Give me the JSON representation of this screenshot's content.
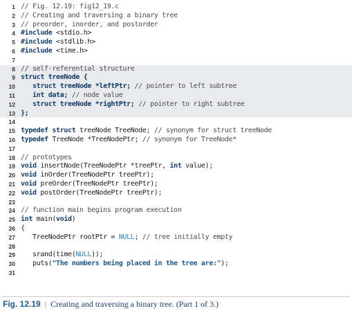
{
  "listing": {
    "lines": [
      {
        "n": "1",
        "tokens": [
          {
            "t": "// Fig. 12.19: fig12_19.c",
            "c": "cm"
          }
        ]
      },
      {
        "n": "2",
        "tokens": [
          {
            "t": "// Creating and traversing a binary tree",
            "c": "cm"
          }
        ]
      },
      {
        "n": "3",
        "tokens": [
          {
            "t": "// preorder, inorder, and postorder",
            "c": "cm"
          }
        ]
      },
      {
        "n": "4",
        "tokens": [
          {
            "t": "#include",
            "c": "kw"
          },
          {
            "t": " <stdio.h>",
            "c": "id"
          }
        ]
      },
      {
        "n": "5",
        "tokens": [
          {
            "t": "#include",
            "c": "kw"
          },
          {
            "t": " <stdlib.h>",
            "c": "id"
          }
        ]
      },
      {
        "n": "6",
        "tokens": [
          {
            "t": "#include",
            "c": "kw"
          },
          {
            "t": " <time.h>",
            "c": "id"
          }
        ]
      },
      {
        "n": "7",
        "tokens": []
      },
      {
        "n": "8",
        "hl": true,
        "tokens": [
          {
            "t": "// self-referential structure",
            "c": "cm"
          }
        ]
      },
      {
        "n": "9",
        "hl": true,
        "tokens": [
          {
            "t": "struct",
            "c": "kw"
          },
          {
            "t": " treeNode {",
            "c": "id bold"
          }
        ]
      },
      {
        "n": "10",
        "hl": true,
        "tokens": [
          {
            "t": "   struct",
            "c": "kw"
          },
          {
            "t": " treeNode *leftPtr; ",
            "c": "id bold"
          },
          {
            "t": "// pointer to left subtree",
            "c": "cm"
          }
        ]
      },
      {
        "n": "11",
        "hl": true,
        "tokens": [
          {
            "t": "   int",
            "c": "kw"
          },
          {
            "t": " data; ",
            "c": "id bold"
          },
          {
            "t": "// node value",
            "c": "cm"
          }
        ]
      },
      {
        "n": "12",
        "hl": true,
        "tokens": [
          {
            "t": "   struct",
            "c": "kw"
          },
          {
            "t": " treeNode *rightPtr; ",
            "c": "id bold"
          },
          {
            "t": "// pointer to right subtree",
            "c": "cm"
          }
        ]
      },
      {
        "n": "13",
        "hl": true,
        "tokens": [
          {
            "t": "};",
            "c": "id bold"
          }
        ]
      },
      {
        "n": "14",
        "tokens": []
      },
      {
        "n": "15",
        "tokens": [
          {
            "t": "typedef struct",
            "c": "kw"
          },
          {
            "t": " treeNode TreeNode; ",
            "c": "id"
          },
          {
            "t": "// synonym for struct treeNode",
            "c": "cm"
          }
        ]
      },
      {
        "n": "16",
        "tokens": [
          {
            "t": "typedef",
            "c": "kw"
          },
          {
            "t": " TreeNode *TreeNodePtr; ",
            "c": "id"
          },
          {
            "t": "// synonym for TreeNode*",
            "c": "cm"
          }
        ]
      },
      {
        "n": "17",
        "tokens": []
      },
      {
        "n": "18",
        "tokens": [
          {
            "t": "// prototypes",
            "c": "cm"
          }
        ]
      },
      {
        "n": "19",
        "tokens": [
          {
            "t": "void",
            "c": "kw"
          },
          {
            "t": " insertNode(TreeNodePtr *treePtr, ",
            "c": "id"
          },
          {
            "t": "int",
            "c": "kw"
          },
          {
            "t": " value);",
            "c": "id"
          }
        ]
      },
      {
        "n": "20",
        "tokens": [
          {
            "t": "void",
            "c": "kw"
          },
          {
            "t": " inOrder(TreeNodePtr treePtr);",
            "c": "id"
          }
        ]
      },
      {
        "n": "21",
        "tokens": [
          {
            "t": "void",
            "c": "kw"
          },
          {
            "t": " preOrder(TreeNodePtr treePtr);",
            "c": "id"
          }
        ]
      },
      {
        "n": "22",
        "tokens": [
          {
            "t": "void",
            "c": "kw"
          },
          {
            "t": " postOrder(TreeNodePtr treePtr);",
            "c": "id"
          }
        ]
      },
      {
        "n": "23",
        "tokens": []
      },
      {
        "n": "24",
        "tokens": [
          {
            "t": "// function main begins program execution",
            "c": "cm"
          }
        ]
      },
      {
        "n": "25",
        "tokens": [
          {
            "t": "int",
            "c": "kw"
          },
          {
            "t": " main(",
            "c": "id"
          },
          {
            "t": "void",
            "c": "kw"
          },
          {
            "t": ")",
            "c": "id"
          }
        ]
      },
      {
        "n": "26",
        "tokens": [
          {
            "t": "{",
            "c": "id"
          }
        ]
      },
      {
        "n": "27",
        "tokens": [
          {
            "t": "   TreeNodePtr rootPtr = ",
            "c": "id"
          },
          {
            "t": "NULL",
            "c": "nul"
          },
          {
            "t": "; ",
            "c": "id"
          },
          {
            "t": "// tree initially empty",
            "c": "cm"
          }
        ]
      },
      {
        "n": "28",
        "tokens": []
      },
      {
        "n": "29",
        "tokens": [
          {
            "t": "   srand(time(",
            "c": "id"
          },
          {
            "t": "NULL",
            "c": "nul"
          },
          {
            "t": "));",
            "c": "id"
          }
        ]
      },
      {
        "n": "30",
        "tokens": [
          {
            "t": "   puts(",
            "c": "id"
          },
          {
            "t": "\"The numbers being placed in the tree are:\"",
            "c": "str"
          },
          {
            "t": ");",
            "c": "id"
          }
        ]
      },
      {
        "n": "31",
        "tokens": []
      }
    ]
  },
  "caption": {
    "label": "Fig. 12.19",
    "separator": "|",
    "text": "Creating and traversing a binary tree. (Part 1 of 3.)"
  }
}
